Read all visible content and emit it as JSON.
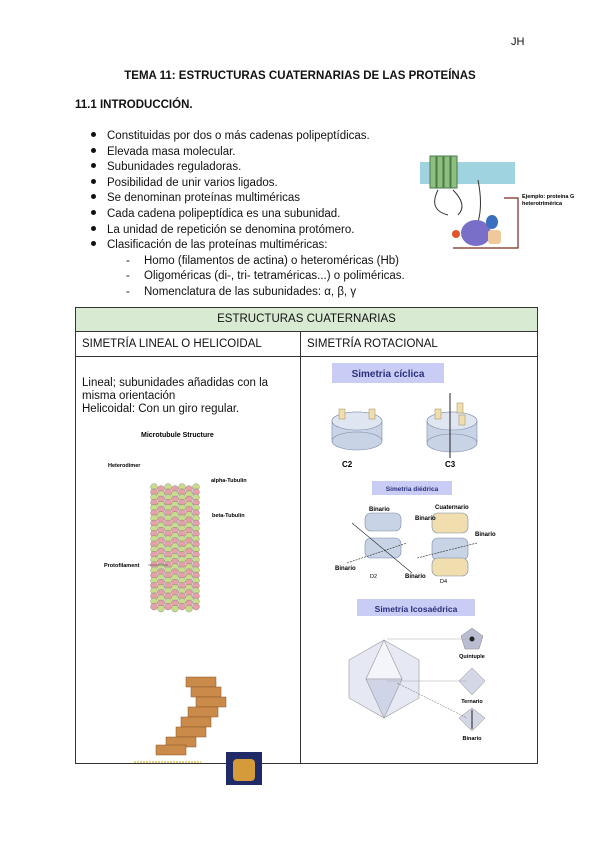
{
  "header": {
    "initials": "JH"
  },
  "title": "TEMA 11: ESTRUCTURAS CUATERNARIAS DE LAS PROTEÍNAS",
  "section": "11.1 INTRODUCCIÓN.",
  "bullets": [
    "Constituidas por dos o más cadenas polipeptídicas.",
    "Elevada masa molecular.",
    "Subunidades reguladoras.",
    "Posibilidad de unir varios ligados.",
    "Se denominan proteínas multiméricas",
    "Cada cadena polipeptídica es una subunidad.",
    "La unidad de repetición se denomina protómero.",
    "Clasificación de las proteínas multiméricas:"
  ],
  "sub_bullets": [
    "Homo (filamentos de actina) o heteroméricas (Hb)",
    "Oligoméricas (di-, tri- tetraméricas...) o poliméricas.",
    "Nomenclatura de las subunidades: α, β, γ"
  ],
  "figure_g": {
    "caption": "Ejemplo: proteína G heterotrimérica"
  },
  "table": {
    "header": "ESTRUCTURAS CUATERNARIAS",
    "col_left": "SIMETRÍA LINEAL O HELICOIDAL",
    "col_right": "SIMETRÍA ROTACIONAL",
    "left_text_1": "Lineal; subunidades añadidas con la misma orientación",
    "left_text_2": "Helicoidal: Con un giro regular.",
    "microtubule": {
      "title": "Microtubule Structure",
      "heterodimer": "Heterodimer",
      "alpha": "alpha-Tubulin",
      "beta": "beta-Tubulin",
      "protofilament": "Protofilament"
    },
    "cyclic": {
      "title": "Simetria cíclica",
      "c2": "C2",
      "c3": "C3"
    },
    "dihedral": {
      "title": "Simetria diédrica",
      "binario": "Binario",
      "cuaternario": "Cuaternario",
      "d2": "D2",
      "d4": "D4"
    },
    "icosa": {
      "title": "Simetría Icosaédrica",
      "quintuple": "Quíntuple",
      "ternario": "Ternario",
      "binario": "Binario"
    }
  }
}
